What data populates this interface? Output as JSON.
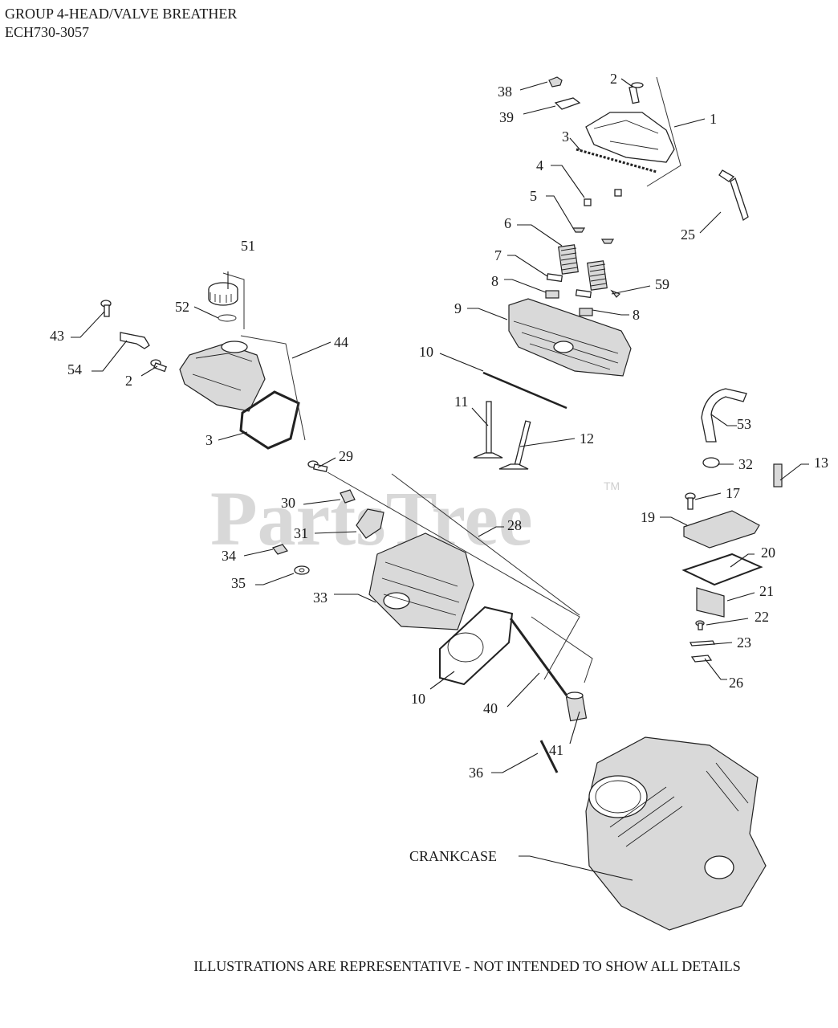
{
  "header": {
    "title_line1": "GROUP 4-HEAD/VALVE BREATHER",
    "title_line2": "ECH730-3057"
  },
  "watermark": {
    "text": "PartsTree",
    "tm": "TM"
  },
  "callouts": {
    "c1": "1",
    "c2a": "2",
    "c2b": "2",
    "c3a": "3",
    "c3b": "3",
    "c4": "4",
    "c5": "5",
    "c6": "6",
    "c7": "7",
    "c8a": "8",
    "c8b": "8",
    "c9": "9",
    "c10a": "10",
    "c10b": "10",
    "c11": "11",
    "c12": "12",
    "c13": "13",
    "c17": "17",
    "c19": "19",
    "c20": "20",
    "c21": "21",
    "c22": "22",
    "c23": "23",
    "c25": "25",
    "c26": "26",
    "c28": "28",
    "c29": "29",
    "c30": "30",
    "c31": "31",
    "c32": "32",
    "c33": "33",
    "c34": "34",
    "c35": "35",
    "c36": "36",
    "c38": "38",
    "c39": "39",
    "c40": "40",
    "c41": "41",
    "c43": "43",
    "c44": "44",
    "c51": "51",
    "c52": "52",
    "c53": "53",
    "c54": "54",
    "c59": "59",
    "crankcase": "CRANKCASE"
  },
  "footer": {
    "note": "ILLUSTRATIONS ARE REPRESENTATIVE - NOT INTENDED TO SHOW ALL DETAILS"
  },
  "colors": {
    "ink": "#1a1a1a",
    "watermark": "#cfcfcf"
  }
}
